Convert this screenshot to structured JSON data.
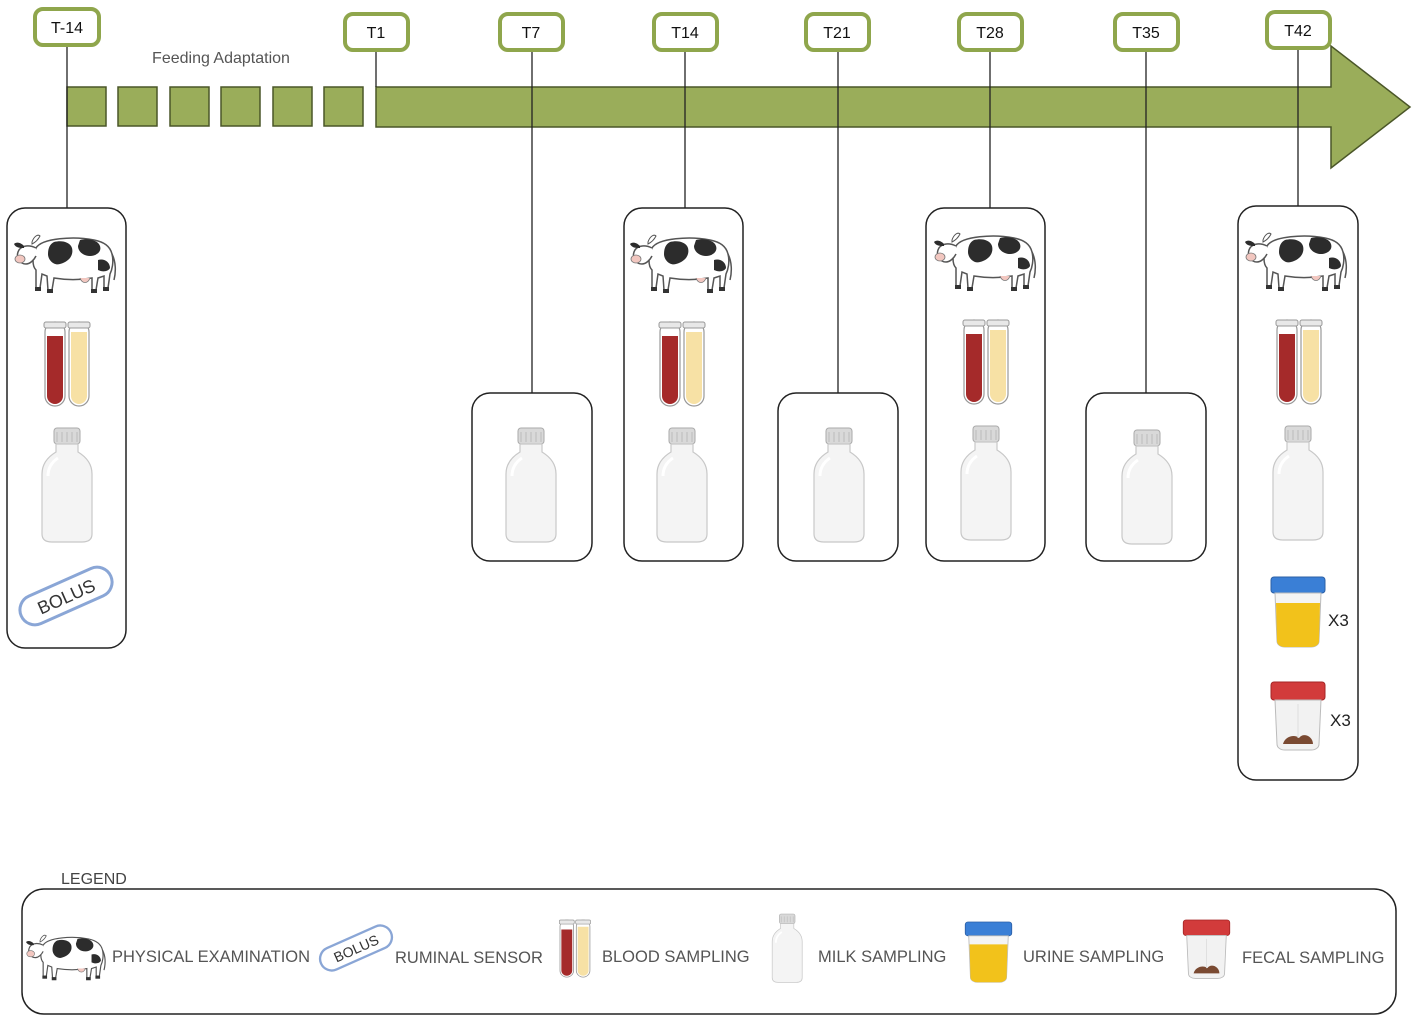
{
  "timeline": {
    "adaptation_label": "Feeding Adaptation",
    "points": [
      {
        "id": "tm14",
        "label": "T-14",
        "samples": [
          "cow",
          "blood",
          "milk",
          "bolus"
        ]
      },
      {
        "id": "t1",
        "label": "T1",
        "samples": []
      },
      {
        "id": "t7",
        "label": "T7",
        "samples": [
          "milk"
        ]
      },
      {
        "id": "t14",
        "label": "T14",
        "samples": [
          "cow",
          "blood",
          "milk"
        ]
      },
      {
        "id": "t21",
        "label": "T21",
        "samples": [
          "milk"
        ]
      },
      {
        "id": "t28",
        "label": "T28",
        "samples": [
          "cow",
          "blood",
          "milk"
        ]
      },
      {
        "id": "t35",
        "label": "T35",
        "samples": [
          "milk"
        ]
      },
      {
        "id": "t42",
        "label": "T42",
        "samples": [
          "cow",
          "blood",
          "milk",
          "urine",
          "fecal"
        ]
      }
    ],
    "urine_multiplier": "X3",
    "fecal_multiplier": "X3"
  },
  "bolus_text": "BOLUS",
  "legend": {
    "title": "LEGEND",
    "items": [
      {
        "icon": "cow-icon",
        "label": "PHYSICAL EXAMINATION"
      },
      {
        "icon": "bolus-icon",
        "label": "RUMINAL SENSOR"
      },
      {
        "icon": "blood-tubes-icon",
        "label": "BLOOD SAMPLING"
      },
      {
        "icon": "milk-bottle-icon",
        "label": "MILK SAMPLING"
      },
      {
        "icon": "urine-cup-icon",
        "label": "URINE SAMPLING"
      },
      {
        "icon": "fecal-cup-icon",
        "label": "FECAL SAMPLING"
      }
    ]
  },
  "colors": {
    "arrow_fill": "#9aad5a",
    "arrow_stroke": "#4a5628",
    "tag_border": "#8fa64c",
    "blood": "#a52a2a",
    "plasma": "#f7e1a5",
    "urine": "#f2c21b",
    "urine_cap": "#3a7fd6",
    "fecal_cap": "#d23b3b",
    "bolus": "#8aa6d6"
  }
}
